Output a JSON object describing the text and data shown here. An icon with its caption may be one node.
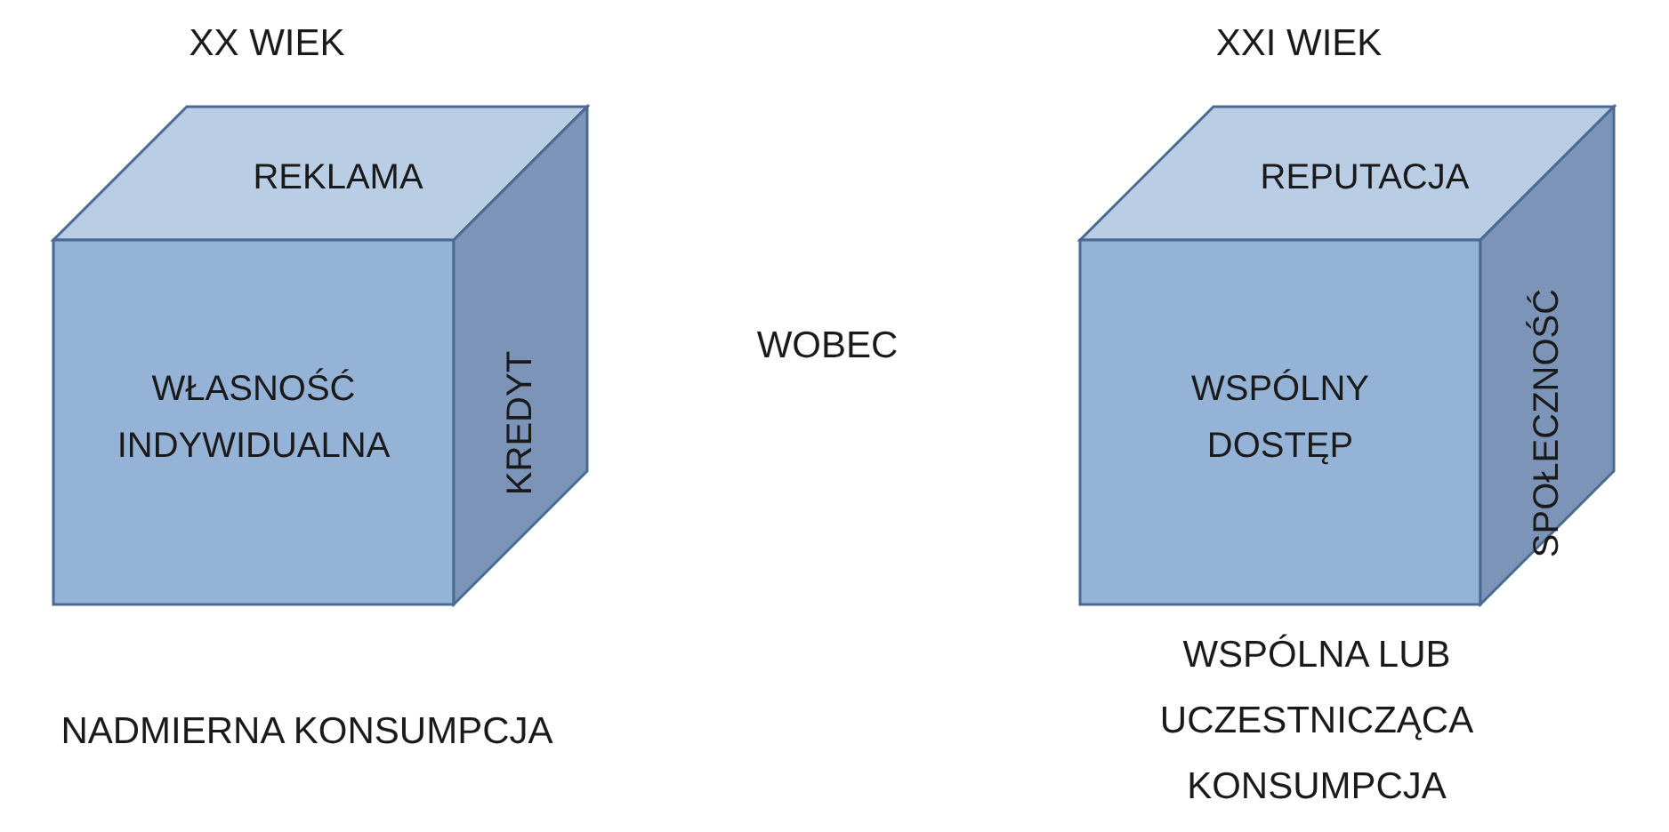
{
  "diagram": {
    "nodes": [
      {
        "text": [
          "REKLAMA"
        ]
      },
      {
        "text": [
          "WŁASNOŚĆ INDYWIDUALNA"
        ]
      },
      {
        "text": [
          "KREDYT"
        ]
      },
      {
        "text": [
          "REPUTACJA"
        ]
      },
      {
        "text": [
          "WSPÓLNY DOSTĘP"
        ]
      },
      {
        "text": [
          "SPOŁECZNOŚĆ"
        ]
      }
    ],
    "labels": [
      "XX WIEK",
      "XXI WIEK",
      "WOBEC",
      "NADMIERNA KONSUMPCJA",
      "WSPÓLNA LUB UCZESTNICZĄCA KONSUMPCJA"
    ]
  }
}
